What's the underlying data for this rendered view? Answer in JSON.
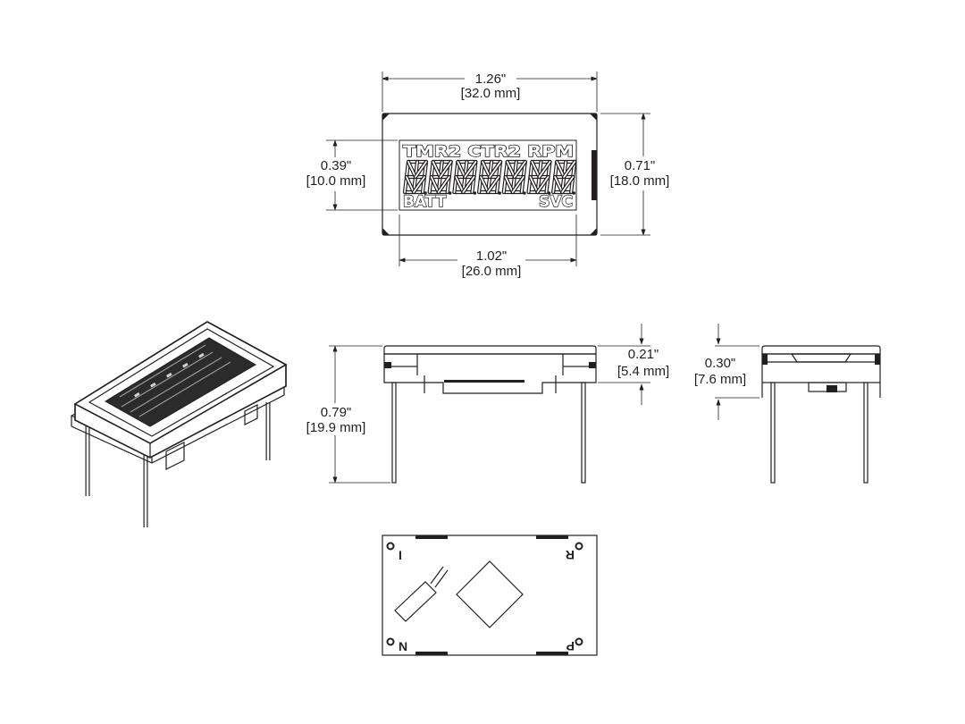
{
  "dimensions": {
    "top_width": {
      "in": "1.26\"",
      "mm": "[32.0 mm]"
    },
    "display_height": {
      "in": "0.39\"",
      "mm": "[10.0 mm]"
    },
    "body_height": {
      "in": "0.71\"",
      "mm": "[18.0 mm]"
    },
    "display_width": {
      "in": "1.02\"",
      "mm": "[26.0 mm]"
    },
    "overall_height": {
      "in": "0.79\"",
      "mm": "[19.9 mm]"
    },
    "bezel_height": {
      "in": "0.21\"",
      "mm": "[5.4 mm]"
    },
    "side_depth": {
      "in": "0.30\"",
      "mm": "[7.6 mm]"
    }
  },
  "display": {
    "annunciators_top": "TMR2 CTR2 RPM",
    "annunciator_batt": "BATT",
    "annunciator_svc": "SVC",
    "digit_count": 7
  },
  "pins": {
    "top_left": "I",
    "top_right": "R",
    "bottom_left": "N",
    "bottom_right": "P"
  }
}
